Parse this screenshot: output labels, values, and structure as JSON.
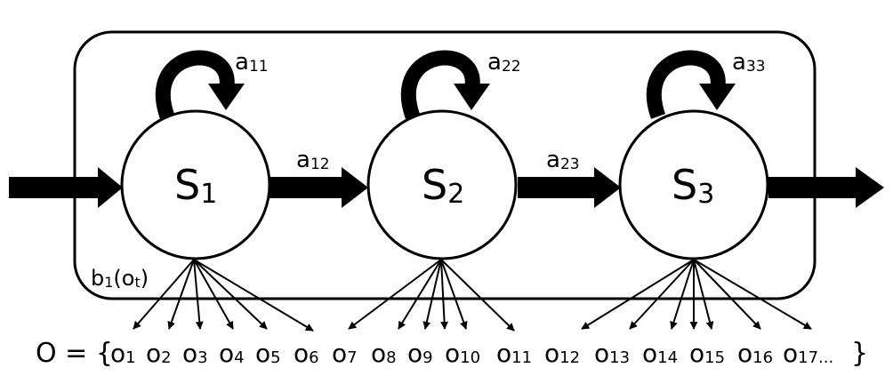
{
  "states": [
    {
      "id": "S1",
      "label": "S",
      "sub": "1"
    },
    {
      "id": "S2",
      "label": "S",
      "sub": "2"
    },
    {
      "id": "S3",
      "label": "S",
      "sub": "3"
    }
  ],
  "self_transitions": [
    {
      "label": "a",
      "sub": "11"
    },
    {
      "label": "a",
      "sub": "22"
    },
    {
      "label": "a",
      "sub": "33"
    }
  ],
  "forward_transitions": [
    {
      "label": "a",
      "sub": "12"
    },
    {
      "label": "a",
      "sub": "23"
    }
  ],
  "emission": {
    "label": "b",
    "sub": "1",
    "arg": "(o",
    "arg_sub": "t",
    "close": ")"
  },
  "observation_sequence": {
    "prefix": "O = {",
    "items": [
      {
        "label": "o",
        "sub": "1"
      },
      {
        "label": "o",
        "sub": "2"
      },
      {
        "label": "o",
        "sub": "3"
      },
      {
        "label": "o",
        "sub": "4"
      },
      {
        "label": "o",
        "sub": "5"
      },
      {
        "label": "o",
        "sub": "6"
      },
      {
        "label": "o",
        "sub": "7"
      },
      {
        "label": "o",
        "sub": "8"
      },
      {
        "label": "o",
        "sub": "9"
      },
      {
        "label": "o",
        "sub": "10"
      },
      {
        "label": "o",
        "sub": "11"
      },
      {
        "label": "o",
        "sub": "12"
      },
      {
        "label": "o",
        "sub": "13"
      },
      {
        "label": "o",
        "sub": "14"
      },
      {
        "label": "o",
        "sub": "15"
      },
      {
        "label": "o",
        "sub": "16"
      },
      {
        "label": "o",
        "sub": "17..."
      }
    ],
    "suffix": "}"
  },
  "colors": {
    "stroke": "#000000",
    "background": "#ffffff"
  }
}
